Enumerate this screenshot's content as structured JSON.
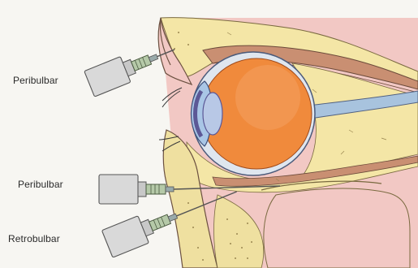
{
  "labels": {
    "top": "Peribulbar",
    "middle": "Peribulbar",
    "bottom": "Retrobulbar"
  },
  "colors": {
    "background": "#f7f6f2",
    "skin_pink": "#f2c8c4",
    "fat_yellow": "#f4e6a6",
    "bone_yellow": "#efe0a0",
    "muscle_brown": "#b9826c",
    "globe_orange": "#f08a3c",
    "sclera": "#dfe6ef",
    "cornea_blue": "#a9c6e6",
    "iris_purple": "#7b78b6",
    "nerve_blue": "#a8c3de",
    "syringe_grey": "#d9d9d9"
  }
}
